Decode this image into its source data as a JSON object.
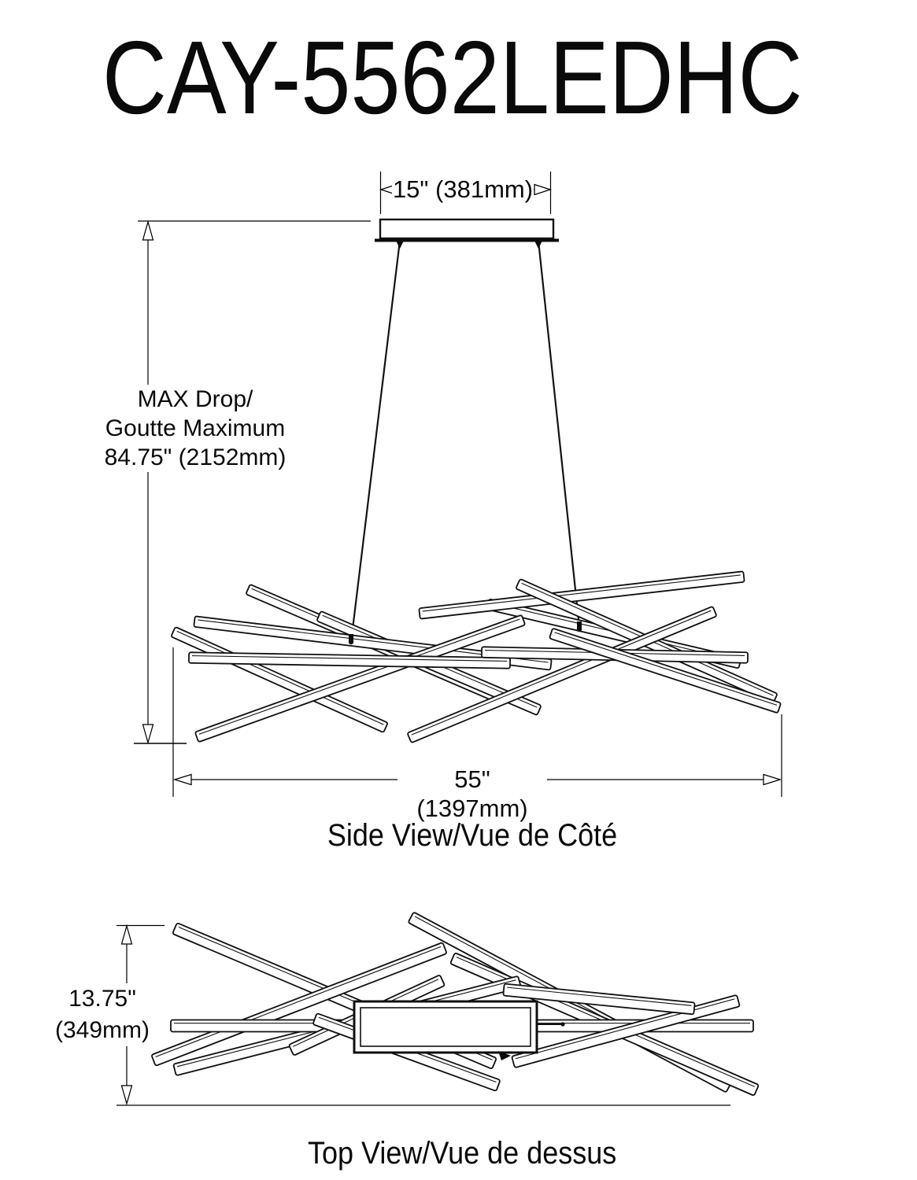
{
  "title": "CAY-5562LEDHC",
  "side_view": {
    "canopy_width": "15\" (381mm)",
    "max_drop_line1": "MAX Drop/",
    "max_drop_line2": "Goutte Maximum",
    "max_drop_line3": "84.75\" (2152mm)",
    "fixture_width": "55\" (1397mm)",
    "label": "Side View/Vue de Côté"
  },
  "top_view": {
    "depth_line1": "13.75\"",
    "depth_line2": "(349mm)",
    "label": "Top View/Vue de dessus"
  }
}
